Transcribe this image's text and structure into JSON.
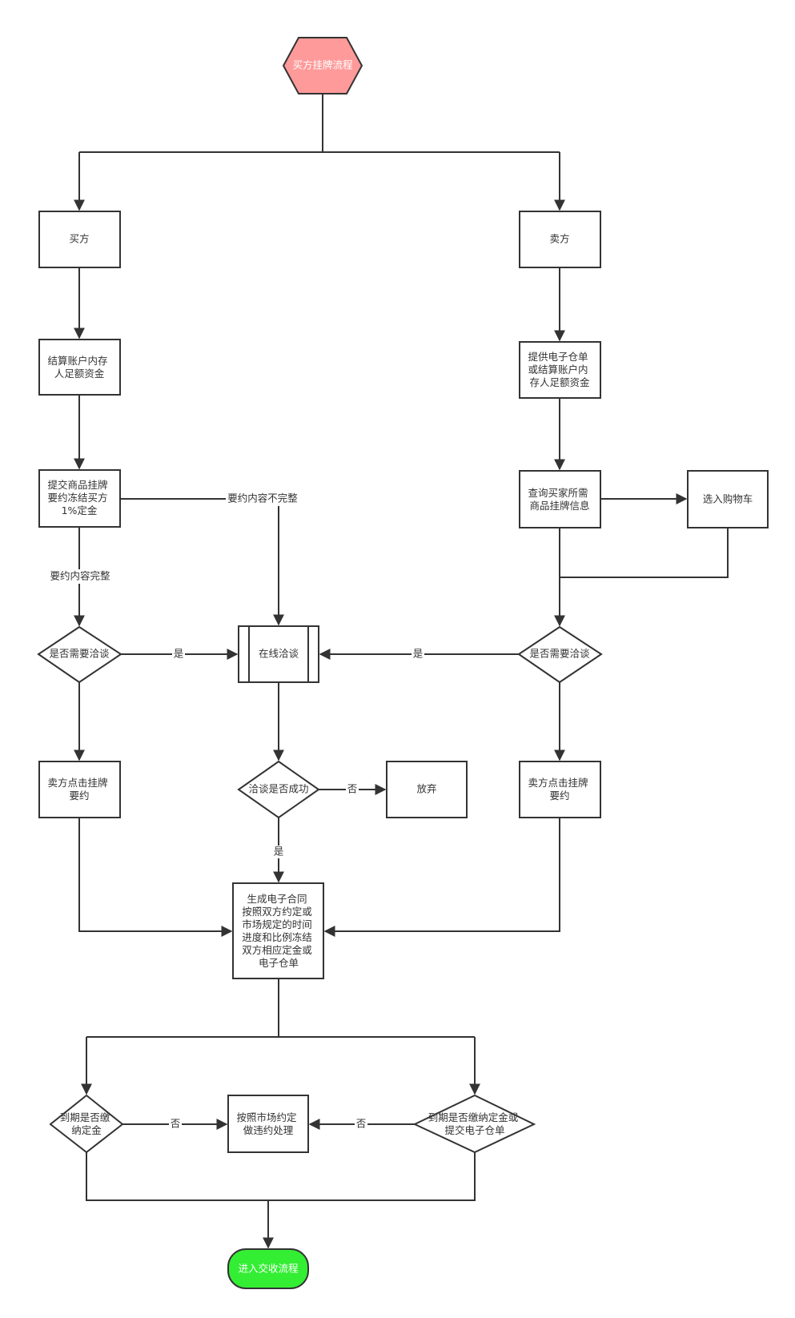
{
  "colors": {
    "start_fill": "#ff9a9a",
    "end_fill": "#33ee33",
    "stroke": "#333333"
  },
  "nodes": {
    "start": "买方挂牌流程",
    "buyer": "买方",
    "seller": "卖方",
    "buyer_funds": [
      "结算账户内存",
      "人足额资金"
    ],
    "seller_provide": [
      "提供电子仓单",
      "或结算账户内",
      "存人足额资金"
    ],
    "submit_listing": [
      "提交商品挂牌",
      "要约冻结买方",
      "1%定金"
    ],
    "query_listing": [
      "查询买家所需",
      "商品挂牌信息"
    ],
    "add_cart": "选入购物车",
    "need_negotiate_left": "是否需要洽谈",
    "online_negotiate": "在线洽谈",
    "need_negotiate_right": "是否需要洽谈",
    "seller_click_left": [
      "卖方点击挂牌",
      "要约"
    ],
    "negotiate_success": "洽谈是否成功",
    "give_up": "放弃",
    "seller_click_right": [
      "卖方点击挂牌",
      "要约"
    ],
    "contract": [
      "生成电子合同",
      "按照双方约定或",
      "市场规定的时间",
      "进度和比例冻结",
      "双方相应定金或",
      "电子仓单"
    ],
    "due_deposit": [
      "到期是否缴",
      "纳定金"
    ],
    "default_handling": [
      "按照市场约定",
      "做违约处理"
    ],
    "due_deposit_or_receipt": [
      "到期是否缴纳定金或",
      "提交电子仓单"
    ],
    "end": "进入交收流程"
  },
  "edge_labels": {
    "incomplete": "要约内容不完整",
    "complete": "要约内容完整",
    "yes_left": "是",
    "yes_right": "是",
    "no_giveup": "否",
    "yes_success": "是",
    "no_left": "否",
    "no_right": "否"
  }
}
